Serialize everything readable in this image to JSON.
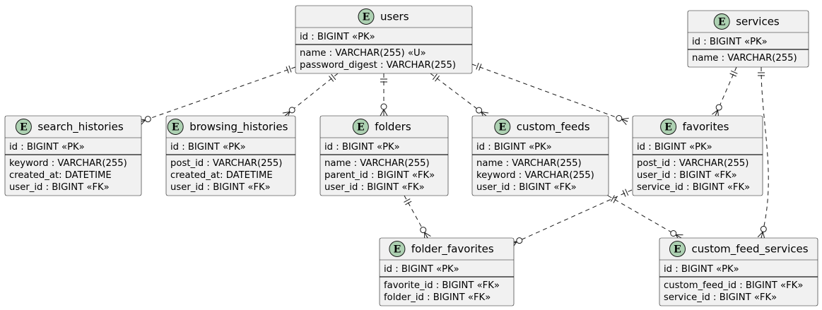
{
  "entities": {
    "users": {
      "badge": "E",
      "title": "users",
      "pk": [
        "id : BIGINT «PK»"
      ],
      "attrs": [
        "name : VARCHAR(255) «U»",
        "password_digest : VARCHAR(255)"
      ]
    },
    "services": {
      "badge": "E",
      "title": "services",
      "pk": [
        "id : BIGINT «PK»"
      ],
      "attrs": [
        "name : VARCHAR(255)"
      ]
    },
    "search_histories": {
      "badge": "E",
      "title": "search_histories",
      "pk": [
        "id : BIGINT «PK»"
      ],
      "attrs": [
        "keyword : VARCHAR(255)",
        "created_at: DATETIME",
        "user_id : BIGINT «FK»"
      ]
    },
    "browsing_histories": {
      "badge": "E",
      "title": "browsing_histories",
      "pk": [
        "id : BIGINT «PK»"
      ],
      "attrs": [
        "post_id : VARCHAR(255)",
        "created_at: DATETIME",
        "user_id : BIGINT «FK»"
      ]
    },
    "folders": {
      "badge": "E",
      "title": "folders",
      "pk": [
        "id : BIGINT «PK»"
      ],
      "attrs": [
        "name : VARCHAR(255)",
        "parent_id : BIGINT «FK»",
        "user_id : BIGINT «FK»"
      ]
    },
    "custom_feeds": {
      "badge": "E",
      "title": "custom_feeds",
      "pk": [
        "id : BIGINT «PK»"
      ],
      "attrs": [
        "name : VARCHAR(255)",
        "keyword : VARCHAR(255)",
        "user_id : BIGINT «FK»"
      ]
    },
    "favorites": {
      "badge": "E",
      "title": "favorites",
      "pk": [
        "id : BIGINT «PK»"
      ],
      "attrs": [
        "post_id : VARCHAR(255)",
        "user_id : BIGINT «FK»",
        "service_id : BIGINT «FK»"
      ]
    },
    "folder_favorites": {
      "badge": "E",
      "title": "folder_favorites",
      "pk": [
        "id : BIGINT «PK»"
      ],
      "attrs": [
        "favorite_id : BIGINT «FK»",
        "folder_id : BIGINT «FK»"
      ]
    },
    "custom_feed_services": {
      "badge": "E",
      "title": "custom_feed_services",
      "pk": [
        "id : BIGINT «PK»"
      ],
      "attrs": [
        "custom_feed_id : BIGINT «FK»",
        "service_id : BIGINT «FK»"
      ]
    }
  },
  "relations": [
    {
      "from": "users",
      "to": "search_histories",
      "from_cardinality": "one",
      "to_cardinality": "zero-or-many"
    },
    {
      "from": "users",
      "to": "browsing_histories",
      "from_cardinality": "one",
      "to_cardinality": "zero-or-many"
    },
    {
      "from": "users",
      "to": "folders",
      "from_cardinality": "one",
      "to_cardinality": "zero-or-many"
    },
    {
      "from": "users",
      "to": "custom_feeds",
      "from_cardinality": "one",
      "to_cardinality": "zero-or-many"
    },
    {
      "from": "users",
      "to": "favorites",
      "from_cardinality": "one",
      "to_cardinality": "zero-or-many"
    },
    {
      "from": "services",
      "to": "favorites",
      "from_cardinality": "one",
      "to_cardinality": "zero-or-many"
    },
    {
      "from": "services",
      "to": "custom_feed_services",
      "from_cardinality": "one",
      "to_cardinality": "zero-or-many"
    },
    {
      "from": "folders",
      "to": "folder_favorites",
      "from_cardinality": "one",
      "to_cardinality": "zero-or-many"
    },
    {
      "from": "favorites",
      "to": "folder_favorites",
      "from_cardinality": "one",
      "to_cardinality": "zero-or-many"
    },
    {
      "from": "custom_feeds",
      "to": "custom_feed_services",
      "from_cardinality": "one",
      "to_cardinality": "zero-or-many"
    }
  ]
}
